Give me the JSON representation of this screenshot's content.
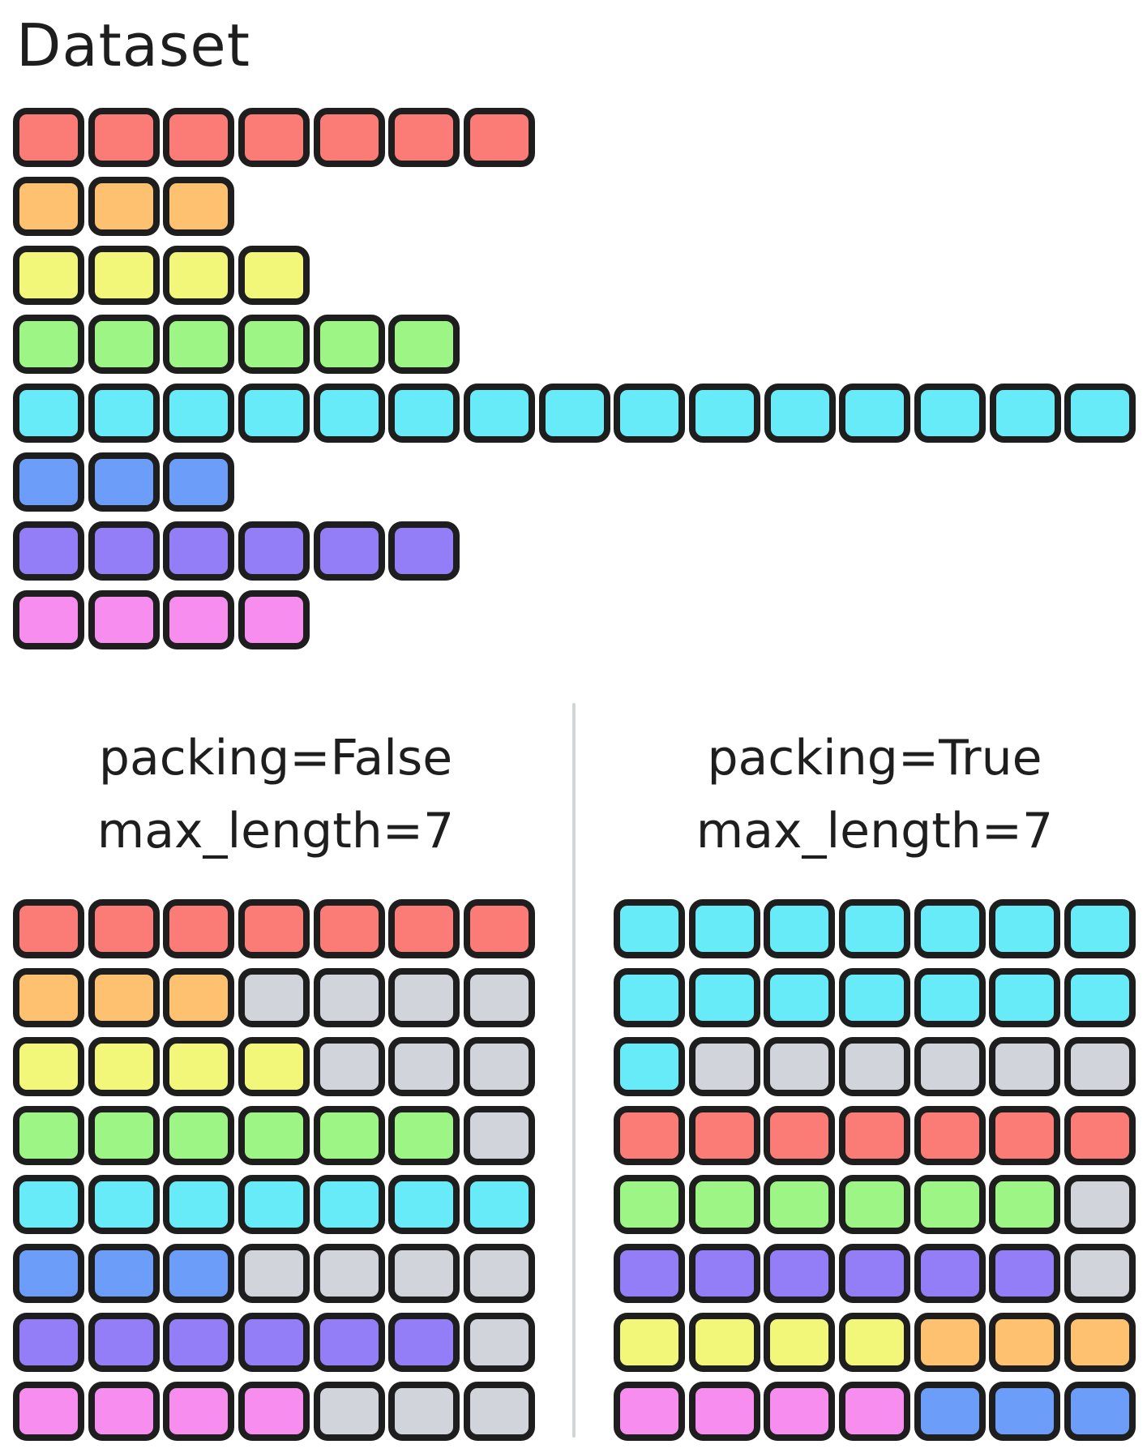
{
  "palette": {
    "red": "#fb7b76",
    "orange": "#fdc170",
    "yellow": "#f2f77a",
    "green": "#9cf585",
    "cyan": "#68ebf9",
    "blue": "#6c9df9",
    "purple": "#937ef8",
    "pink": "#f68def",
    "pad": "#d1d5db",
    "border": "#1e1e1e",
    "divider": "#d1d5db"
  },
  "dataset": {
    "title": "Dataset",
    "sequences": [
      {
        "color": "red",
        "length": 7
      },
      {
        "color": "orange",
        "length": 3
      },
      {
        "color": "yellow",
        "length": 4
      },
      {
        "color": "green",
        "length": 6
      },
      {
        "color": "cyan",
        "length": 15
      },
      {
        "color": "blue",
        "length": 3
      },
      {
        "color": "purple",
        "length": 6
      },
      {
        "color": "pink",
        "length": 4
      }
    ]
  },
  "panels": [
    {
      "id": "packing-false",
      "heading_line1": "packing=False",
      "heading_line2": "max_length=7",
      "rows": [
        [
          "red",
          "red",
          "red",
          "red",
          "red",
          "red",
          "red"
        ],
        [
          "orange",
          "orange",
          "orange",
          "pad",
          "pad",
          "pad",
          "pad"
        ],
        [
          "yellow",
          "yellow",
          "yellow",
          "yellow",
          "pad",
          "pad",
          "pad"
        ],
        [
          "green",
          "green",
          "green",
          "green",
          "green",
          "green",
          "pad"
        ],
        [
          "cyan",
          "cyan",
          "cyan",
          "cyan",
          "cyan",
          "cyan",
          "cyan"
        ],
        [
          "blue",
          "blue",
          "blue",
          "pad",
          "pad",
          "pad",
          "pad"
        ],
        [
          "purple",
          "purple",
          "purple",
          "purple",
          "purple",
          "purple",
          "pad"
        ],
        [
          "pink",
          "pink",
          "pink",
          "pink",
          "pad",
          "pad",
          "pad"
        ]
      ]
    },
    {
      "id": "packing-true",
      "heading_line1": "packing=True",
      "heading_line2": "max_length=7",
      "rows": [
        [
          "cyan",
          "cyan",
          "cyan",
          "cyan",
          "cyan",
          "cyan",
          "cyan"
        ],
        [
          "cyan",
          "cyan",
          "cyan",
          "cyan",
          "cyan",
          "cyan",
          "cyan"
        ],
        [
          "cyan",
          "pad",
          "pad",
          "pad",
          "pad",
          "pad",
          "pad"
        ],
        [
          "red",
          "red",
          "red",
          "red",
          "red",
          "red",
          "red"
        ],
        [
          "green",
          "green",
          "green",
          "green",
          "green",
          "green",
          "pad"
        ],
        [
          "purple",
          "purple",
          "purple",
          "purple",
          "purple",
          "purple",
          "pad"
        ],
        [
          "yellow",
          "yellow",
          "yellow",
          "yellow",
          "orange",
          "orange",
          "orange"
        ],
        [
          "pink",
          "pink",
          "pink",
          "pink",
          "blue",
          "blue",
          "blue"
        ]
      ]
    }
  ]
}
